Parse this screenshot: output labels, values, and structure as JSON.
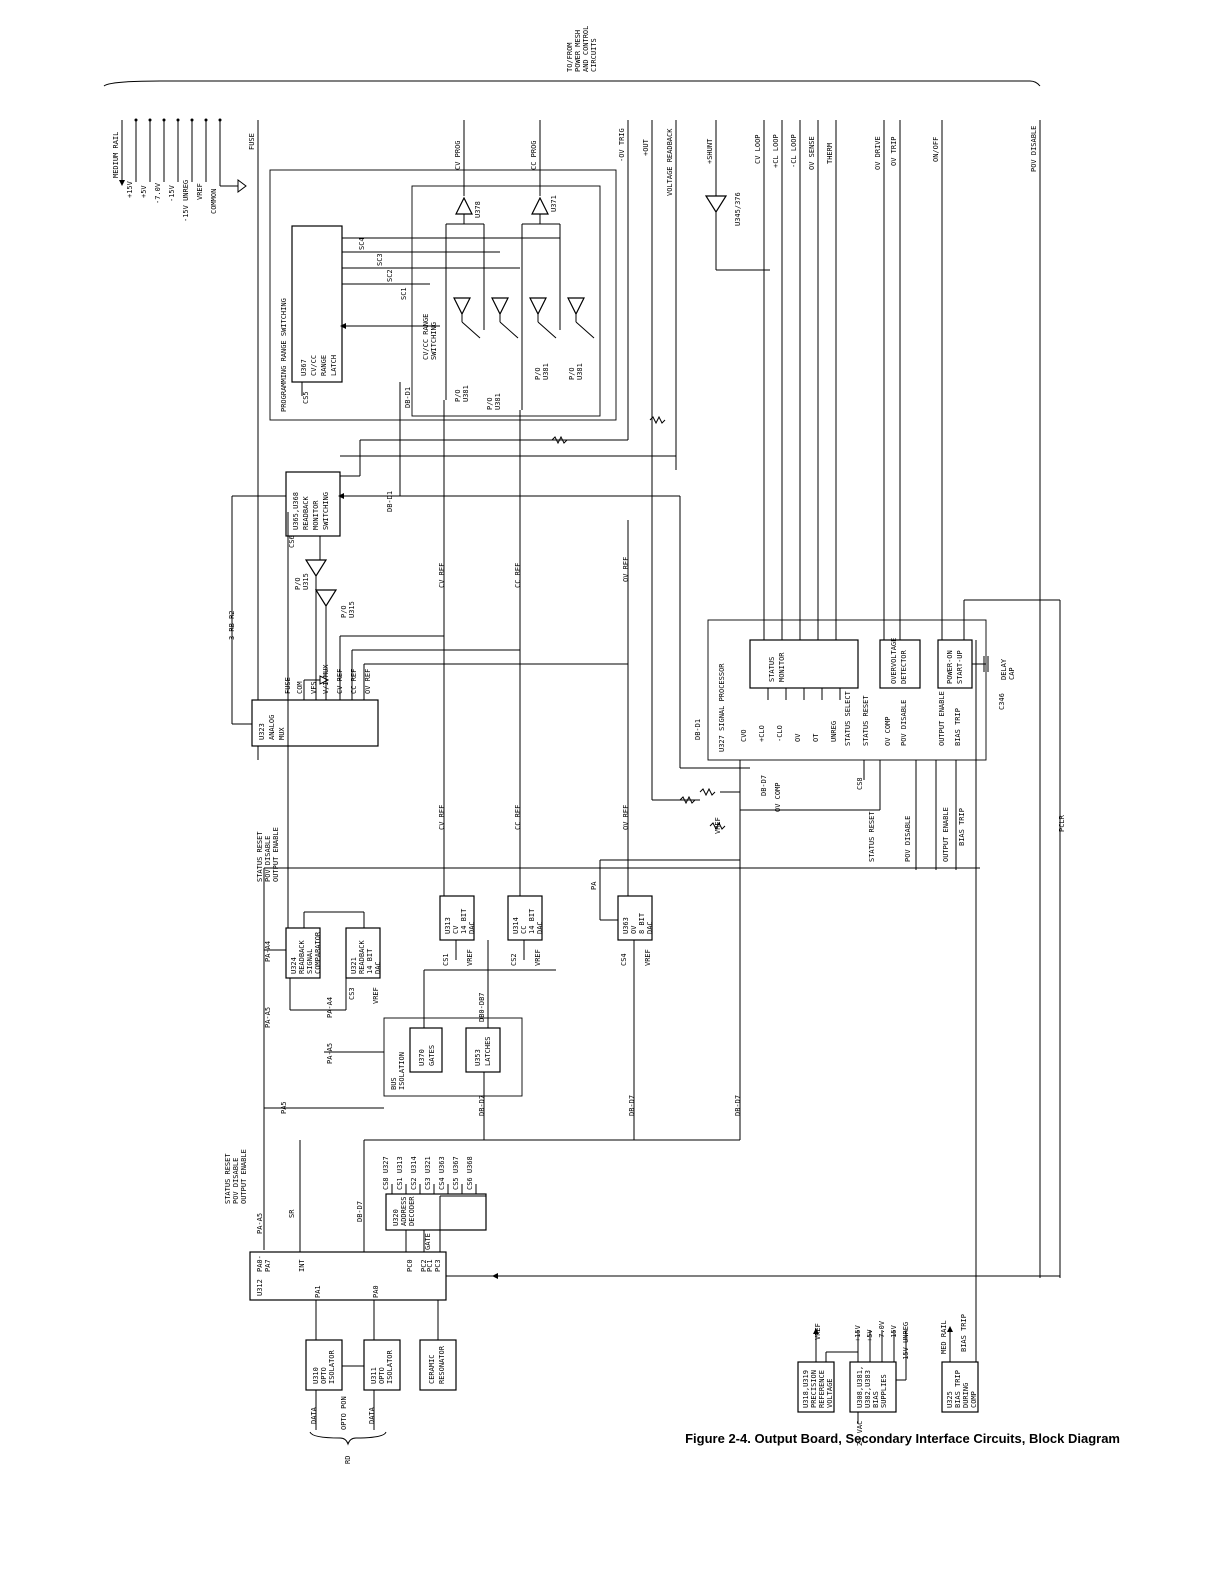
{
  "caption": "Figure 2-4. Output Board, Secondary Interface Circuits, Block Diagram",
  "bus_header": [
    "TO/FROM",
    "POWER MESH",
    "AND CONTROL",
    "CIRCUITS"
  ],
  "rails": {
    "medium_rail": "MEDIUM RAIL",
    "p15v": "+15V",
    "p5v": "+5V",
    "m7v": "-7.0V",
    "m15v": "-15V",
    "m15v_unreg": "-15V UNREG",
    "vref": "VREF",
    "common": "COMMON",
    "fuse": "FUSE"
  },
  "top_signals": {
    "cv_prog": "CV PROG",
    "cc_prog": "CC PROG",
    "ov_trig": "-OV TRIG",
    "out": "+OUT",
    "voltage_readback": "VOLTAGE READBACK",
    "shunt": "+SHUNT",
    "cv_loop": "CV LOOP",
    "cl_loop_p": "+CL LOOP",
    "cl_loop_m": "-CL LOOP",
    "ov_sense": "OV SENSE",
    "therm": "THERM",
    "ov_drive": "OV DRIVE",
    "ov_trip": "OV TRIP",
    "on_off": "ON/OFF",
    "pov_disable": "POV DISABLE"
  },
  "blocks": {
    "u378": "U378",
    "u371": "U371",
    "u345": "U345/376",
    "prog_range": "PROGRAMMING RANGE SWITCHING",
    "u367": [
      "U367",
      "CV/CC",
      "RANGE",
      "LATCH"
    ],
    "cs5": "CS5",
    "sc4": "SC4",
    "sc3": "SC3",
    "sc2": "SC2",
    "sc1": "SC1",
    "cvcc_switching": [
      "CV/CC RANGE",
      "SWITCHING"
    ],
    "pc_u381": [
      "P/O",
      "U381"
    ],
    "db_d1": "DB-D1",
    "u365": [
      "U365,U368",
      "READBACK",
      "MONITOR",
      "SWITCHING"
    ],
    "cs6": "CS6",
    "u315": [
      "P/O",
      "U315"
    ],
    "rb_r2": "3 RB-R2",
    "cv_ref": "CV REF",
    "cc_ref": "CC REF",
    "ov_ref": "OV REF",
    "u323": [
      "U323",
      "ANALOG",
      "MUX"
    ],
    "mux_inputs": [
      "FUSE",
      "COM",
      "VFS",
      "V/I MUX",
      "CV REF",
      "CC REF",
      "OV REF"
    ],
    "u327": "U327 SIGNAL PROCESSOR",
    "status_monitor": [
      "STATUS",
      "MONITOR"
    ],
    "sp_inputs": [
      "CVO",
      "+CLO",
      "-CLO",
      "OV",
      "OT",
      "UNREG",
      "STATUS SELECT",
      "STATUS RESET",
      "OV COMP",
      "POV DISABLE",
      "OUTPUT ENABLE",
      "BIAS TRIP"
    ],
    "ov_detector": [
      "OVERVOLTAGE",
      "DETECTOR"
    ],
    "startup": [
      "POWER-ON",
      "START-UP"
    ],
    "delay_cap": [
      "DELAY",
      "CAP"
    ],
    "c346": "C346",
    "cs8": "CS8",
    "db_d7": "DB-D7",
    "ov_comp": "OV COMP",
    "vref_trim": "VREF",
    "status_reset": "STATUS RESET",
    "pov_dis2": "POV DISABLE",
    "out_en2": "OUTPUT ENABLE",
    "bias_trip2": "BIAS TRIP",
    "pclr": "PCLR",
    "ctl_group": [
      "STATUS RESET",
      "POV DISABLE",
      "OUTPUT ENABLE"
    ],
    "u324": [
      "U324",
      "READBACK",
      "SIGNAL",
      "COMPARATOR"
    ],
    "u321": [
      "U321",
      "READBACK",
      "14 BIT",
      "DAC"
    ],
    "u313": [
      "U313",
      "CV",
      "14 BIT",
      "DAC"
    ],
    "u314": [
      "U314",
      "CC",
      "14 BIT",
      "DAC"
    ],
    "u363": [
      "U363",
      "OV",
      "8 BIT",
      "DAC"
    ],
    "cs1": "CS1",
    "cs2": "CS2",
    "cs3": "CS3",
    "cs4": "CS4",
    "vref": "VREF",
    "pa_a4": "PA-A4",
    "pa_a5": "PA-A5",
    "pa": "PA",
    "db0_d7": "DB0-DB7",
    "u370": [
      "U370",
      "GATES"
    ],
    "u353": [
      "U353",
      "LATCHES"
    ],
    "bus_iso": [
      "BUS",
      "ISOLATION"
    ],
    "pa5": "PA5",
    "db0_d7b": "DB-D7",
    "u320": [
      "U320",
      "ADDRESS",
      "DECODER"
    ],
    "decoder_outputs": [
      "CS8 U327",
      "CS1 U313",
      "CS2 U314",
      "CS3 U321",
      "CS4 U363",
      "CS5 U367",
      "CS6 U368"
    ],
    "pa_a5b": "PA-A5",
    "sr": "SR",
    "u312": "U312",
    "u312_pins": [
      "PA0-",
      "PA7",
      "INT",
      "PC0",
      "PC2",
      "PC1",
      "PC3",
      "PA1",
      "PA0"
    ],
    "gate": "GATE",
    "u310": [
      "U310",
      "OPTO",
      "ISOLATOR"
    ],
    "u311": [
      "U311",
      "OPTO",
      "ISOLATOR"
    ],
    "resonator": [
      "CERAMIC",
      "RESONATOR"
    ],
    "data": "DATA",
    "opto_pon": "OPTO PON",
    "data2": "DATA",
    "rd": "RD",
    "u318": [
      "U318,U319",
      "PRECISION",
      "REFERENCE",
      "VOLTAGE"
    ],
    "u308": [
      "U308,U381,",
      "U382,U383",
      "BIAS",
      "SUPPLIES"
    ],
    "vac24": "24 VAC",
    "supply_outputs": [
      "+15V",
      "+5V",
      "-7.0V",
      "-15V",
      "-15V UNREG"
    ],
    "u325": [
      "U325",
      "BIAS TRIP",
      "DURING",
      "COMP"
    ],
    "med_rail": "MED RAIL",
    "bias_trip3": "BIAS TRIP"
  }
}
